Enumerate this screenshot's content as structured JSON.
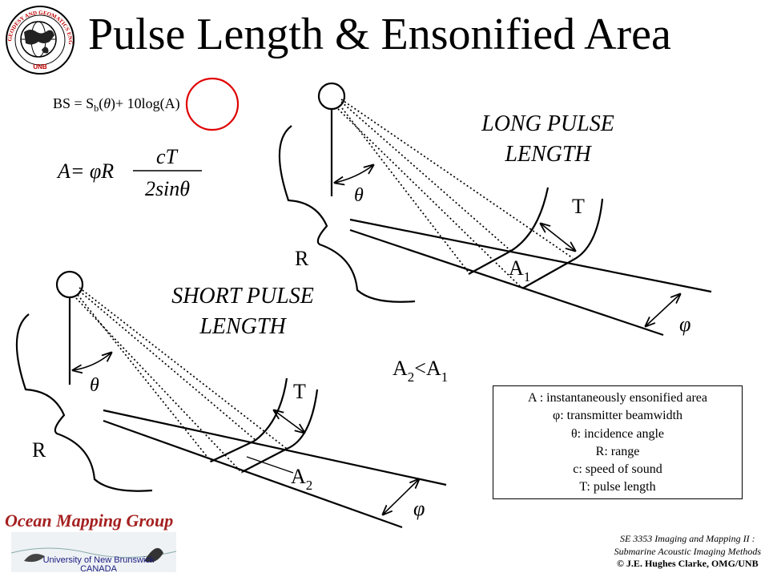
{
  "title": "Pulse Length & Ensonified Area",
  "logo": {
    "ring_text": "GEODESY AND GEOMATICS ENGINEERING",
    "bottom_text": "UNB"
  },
  "formulas": {
    "bs_lhs": "BS = S",
    "bs_sub": "b",
    "bs_theta": "θ",
    "bs_rest": ")+ 10log(A)",
    "area_lhs": "A= φR",
    "area_num": "cT",
    "area_den": "2sinθ"
  },
  "long_pulse": {
    "label_line1": "LONG PULSE",
    "label_line2": "LENGTH",
    "theta": "θ",
    "T": "T",
    "R": "R",
    "area": "A",
    "area_sub": "1",
    "phi": "φ"
  },
  "short_pulse": {
    "label_line1": "SHORT PULSE",
    "label_line2": "LENGTH",
    "theta": "θ",
    "T": "T",
    "R": "R",
    "area": "A",
    "area_sub": "2",
    "phi": "φ"
  },
  "comparison": {
    "a": "A",
    "a_sub": "2",
    "op": "<A",
    "b_sub": "1"
  },
  "legend": [
    "A : instantaneously ensonified area",
    "φ: transmitter beamwidth",
    "θ: incidence angle",
    "R: range",
    "c: speed of sound",
    "T: pulse length"
  ],
  "footer": {
    "line1": "SE 3353 Imaging and Mapping II :",
    "line2": "Submarine Acoustic Imaging Methods",
    "line3": "© J.E. Hughes Clarke, OMG/UNB"
  },
  "omg": {
    "title": "Ocean Mapping Group",
    "line1": "University of New Brunswick",
    "line2": "CANADA"
  },
  "colors": {
    "circle_highlight": "#e00000",
    "omg_brand": "#a52020",
    "omg_sub": "#1a1a80"
  }
}
